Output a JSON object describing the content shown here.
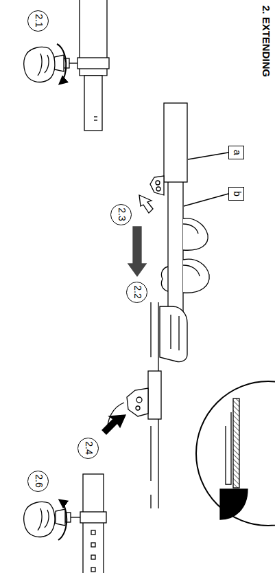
{
  "diagram": {
    "title": "2. EXTENDING",
    "nodes": [
      {
        "text": [
          "2.1"
        ]
      },
      {
        "text": [
          "a"
        ]
      },
      {
        "text": [
          "b"
        ]
      },
      {
        "text": [
          "2.3"
        ]
      },
      {
        "text": [
          "2.2"
        ]
      },
      {
        "text": [
          "2.4"
        ]
      },
      {
        "text": [
          "2.6"
        ]
      }
    ]
  }
}
